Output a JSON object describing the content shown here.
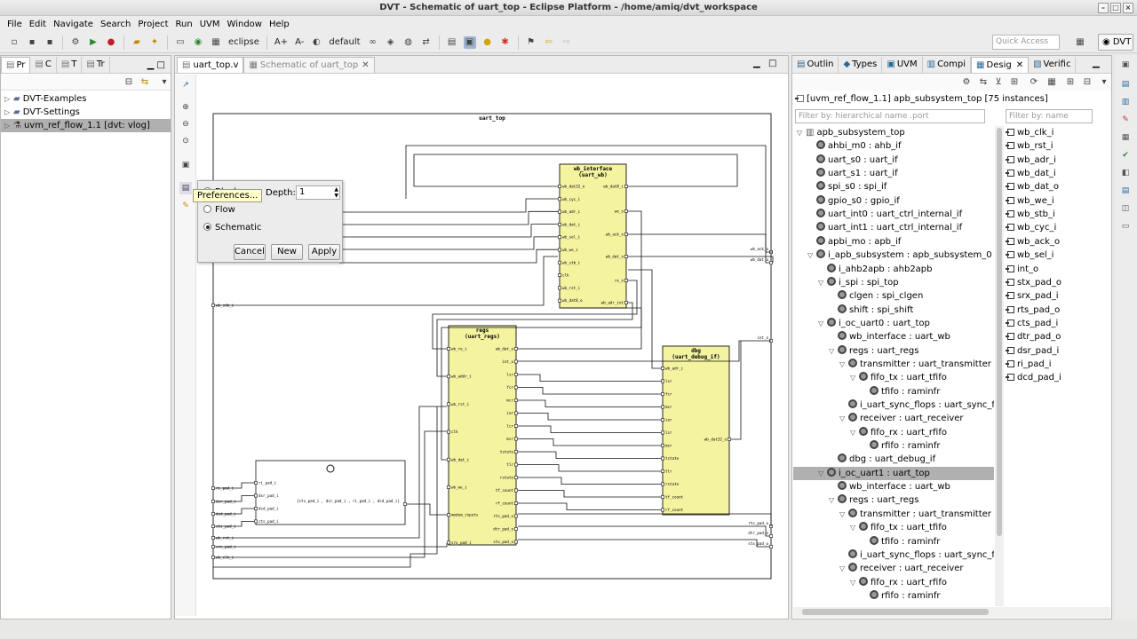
{
  "window": {
    "title": "DVT - Schematic of uart_top - Eclipse Platform - /home/amiq/dvt_workspace"
  },
  "menu": [
    "File",
    "Edit",
    "Navigate",
    "Search",
    "Project",
    "Run",
    "UVM",
    "Window",
    "Help"
  ],
  "toolbar": {
    "perspective_combo": "eclipse",
    "font_inc": "A+",
    "font_dec": "A-",
    "theme_combo": "default",
    "quick_access_placeholder": "Quick Access",
    "dvt_perspective": "DVT"
  },
  "left_panel": {
    "tabs": [
      "Pr",
      "C",
      "T",
      "Tr"
    ],
    "items": [
      {
        "label": "DVT-Examples",
        "selected": false
      },
      {
        "label": "DVT-Settings",
        "selected": false
      },
      {
        "label": "uvm_ref_flow_1.1 [dvt: vlog]",
        "selected": true
      }
    ]
  },
  "editor": {
    "tabs": [
      {
        "label": "uart_top.v",
        "active": false
      },
      {
        "label": "Schematic of uart_top",
        "active": true
      }
    ],
    "tooltip": "Preferences...",
    "view_dialog": {
      "options": [
        "Block",
        "Flow",
        "Schematic"
      ],
      "selected": "Schematic",
      "depth_label": "Depth:",
      "depth_value": "1",
      "buttons": {
        "cancel": "Cancel",
        "new": "New",
        "apply": "Apply"
      }
    },
    "schematic": {
      "top_label": "uart_top",
      "blocks": [
        {
          "title": "wb_interface",
          "subtitle": "(uart_wb)",
          "left_ports": [
            "wb_dat32_o",
            "wb_cyc_i",
            "wb_adr_i",
            "wb_dat_i",
            "wb_sel_i",
            "wb_we_i",
            "wb_stb_i",
            "clk",
            "wb_rst_i",
            "wb_dat8_o"
          ],
          "right_ports": [
            "wb_dat8_i",
            "we_o",
            "wb_ack_o",
            "wb_dat_o",
            "re_o",
            "wb_adr_int"
          ]
        },
        {
          "title": "regs",
          "subtitle": "(uart_regs)",
          "left_ports": [
            "wb_re_i",
            "wb_addr_i",
            "wb_rst_i",
            "clk",
            "wb_dat_i",
            "wb_we_i",
            "modem_inputs",
            "srx_pad_i"
          ],
          "right_ports": [
            "wb_dat_o",
            "int_o",
            "lsr",
            "fcr",
            "mcr",
            "ier",
            "lcr",
            "msr",
            "tstate",
            "tlr",
            "rstate",
            "tf_count",
            "rf_count",
            "rts_pad_o",
            "dtr_pad_o",
            "stx_pad_o"
          ]
        },
        {
          "title": "dbg",
          "subtitle": "(uart_debug_if)",
          "left_ports": [
            "wb_adr_i",
            "lsr",
            "fcr",
            "mcr",
            "ier",
            "lcr",
            "msr",
            "tstate",
            "tlr",
            "rstate",
            "tf_count",
            "rf_count"
          ],
          "right_ports": [
            "wb_dat32_o"
          ]
        }
      ],
      "concat_label": "{cts_pad_i , dsr_pad_i , ri_pad_i , dcd_pad_i}",
      "concat_ports": [
        "ri_pad_i",
        "dsr_pad_i",
        "dcd_pad_i",
        "cts_pad_i"
      ],
      "top_inputs": [
        "wb_stb_i",
        "ri_pad_i",
        "dsr_pad_i",
        "dcd_pad_i",
        "cts_pad_i",
        "wb_rst_i",
        "srx_pad_i",
        "wb_clk_i"
      ],
      "top_outputs": [
        "wb_ack_o",
        "wb_dat_o",
        "int_o",
        "rts_pad_o",
        "dtr_pad_o",
        "stx_pad_o"
      ]
    }
  },
  "right_panel": {
    "tabs": [
      "Outlin",
      "Types",
      "UVM",
      "Compi",
      "Desig",
      "Verific"
    ],
    "header": "[uvm_ref_flow_1.1] apb_subsystem_top [75 instances]",
    "filter_hier_placeholder": "Filter by: hierarchical name .port",
    "filter_name_placeholder": "Filter by: name",
    "tree": [
      {
        "label": "apb_subsystem_top",
        "level": 0,
        "twist": "open",
        "icon": "module"
      },
      {
        "label": "ahbi_m0 : ahb_if",
        "level": 1,
        "twist": "",
        "icon": "gear"
      },
      {
        "label": "uart_s0 : uart_if",
        "level": 1,
        "twist": "",
        "icon": "gear"
      },
      {
        "label": "uart_s1 : uart_if",
        "level": 1,
        "twist": "",
        "icon": "gear"
      },
      {
        "label": "spi_s0 : spi_if",
        "level": 1,
        "twist": "",
        "icon": "gear"
      },
      {
        "label": "gpio_s0 : gpio_if",
        "level": 1,
        "twist": "",
        "icon": "gear"
      },
      {
        "label": "uart_int0 : uart_ctrl_internal_if",
        "level": 1,
        "twist": "",
        "icon": "gear"
      },
      {
        "label": "uart_int1 : uart_ctrl_internal_if",
        "level": 1,
        "twist": "",
        "icon": "gear"
      },
      {
        "label": "apbi_mo : apb_if",
        "level": 1,
        "twist": "",
        "icon": "gear"
      },
      {
        "label": "i_apb_subsystem : apb_subsystem_0",
        "level": 1,
        "twist": "open",
        "icon": "gear"
      },
      {
        "label": "i_ahb2apb : ahb2apb",
        "level": 2,
        "twist": "",
        "icon": "gear"
      },
      {
        "label": "i_spi : spi_top",
        "level": 2,
        "twist": "open",
        "icon": "gear"
      },
      {
        "label": "clgen : spi_clgen",
        "level": 3,
        "twist": "",
        "icon": "gear"
      },
      {
        "label": "shift : spi_shift",
        "level": 3,
        "twist": "",
        "icon": "gear"
      },
      {
        "label": "i_oc_uart0 : uart_top",
        "level": 2,
        "twist": "open",
        "icon": "gear"
      },
      {
        "label": "wb_interface : uart_wb",
        "level": 3,
        "twist": "",
        "icon": "gear"
      },
      {
        "label": "regs : uart_regs",
        "level": 3,
        "twist": "open",
        "icon": "gear"
      },
      {
        "label": "transmitter : uart_transmitter",
        "level": 4,
        "twist": "open",
        "icon": "gear"
      },
      {
        "label": "fifo_tx : uart_tfifo",
        "level": 5,
        "twist": "open",
        "icon": "gear"
      },
      {
        "label": "tfifo : raminfr",
        "level": 6,
        "twist": "",
        "icon": "gear"
      },
      {
        "label": "i_uart_sync_flops : uart_sync_flops",
        "level": 4,
        "twist": "",
        "icon": "gear"
      },
      {
        "label": "receiver : uart_receiver",
        "level": 4,
        "twist": "open",
        "icon": "gear"
      },
      {
        "label": "fifo_rx : uart_rfifo",
        "level": 5,
        "twist": "open",
        "icon": "gear"
      },
      {
        "label": "rfifo : raminfr",
        "level": 6,
        "twist": "",
        "icon": "gear"
      },
      {
        "label": "dbg : uart_debug_if",
        "level": 3,
        "twist": "",
        "icon": "gear"
      },
      {
        "label": "i_oc_uart1 : uart_top",
        "level": 2,
        "twist": "open",
        "icon": "gear",
        "selected": true
      },
      {
        "label": "wb_interface : uart_wb",
        "level": 3,
        "twist": "",
        "icon": "gear"
      },
      {
        "label": "regs : uart_regs",
        "level": 3,
        "twist": "open",
        "icon": "gear"
      },
      {
        "label": "transmitter : uart_transmitter",
        "level": 4,
        "twist": "open",
        "icon": "gear"
      },
      {
        "label": "fifo_tx : uart_tfifo",
        "level": 5,
        "twist": "open",
        "icon": "gear"
      },
      {
        "label": "tfifo : raminfr",
        "level": 6,
        "twist": "",
        "icon": "gear"
      },
      {
        "label": "i_uart_sync_flops : uart_sync_flops",
        "level": 4,
        "twist": "",
        "icon": "gear"
      },
      {
        "label": "receiver : uart_receiver",
        "level": 4,
        "twist": "open",
        "icon": "gear"
      },
      {
        "label": "fifo_rx : uart_rfifo",
        "level": 5,
        "twist": "open",
        "icon": "gear"
      },
      {
        "label": "rfifo : raminfr",
        "level": 6,
        "twist": "",
        "icon": "gear"
      }
    ],
    "ports": [
      "wb_clk_i",
      "wb_rst_i",
      "wb_adr_i",
      "wb_dat_i",
      "wb_dat_o",
      "wb_we_i",
      "wb_stb_i",
      "wb_cyc_i",
      "wb_ack_o",
      "wb_sel_i",
      "int_o",
      "stx_pad_o",
      "srx_pad_i",
      "rts_pad_o",
      "cts_pad_i",
      "dtr_pad_o",
      "dsr_pad_i",
      "ri_pad_i",
      "dcd_pad_i"
    ]
  }
}
